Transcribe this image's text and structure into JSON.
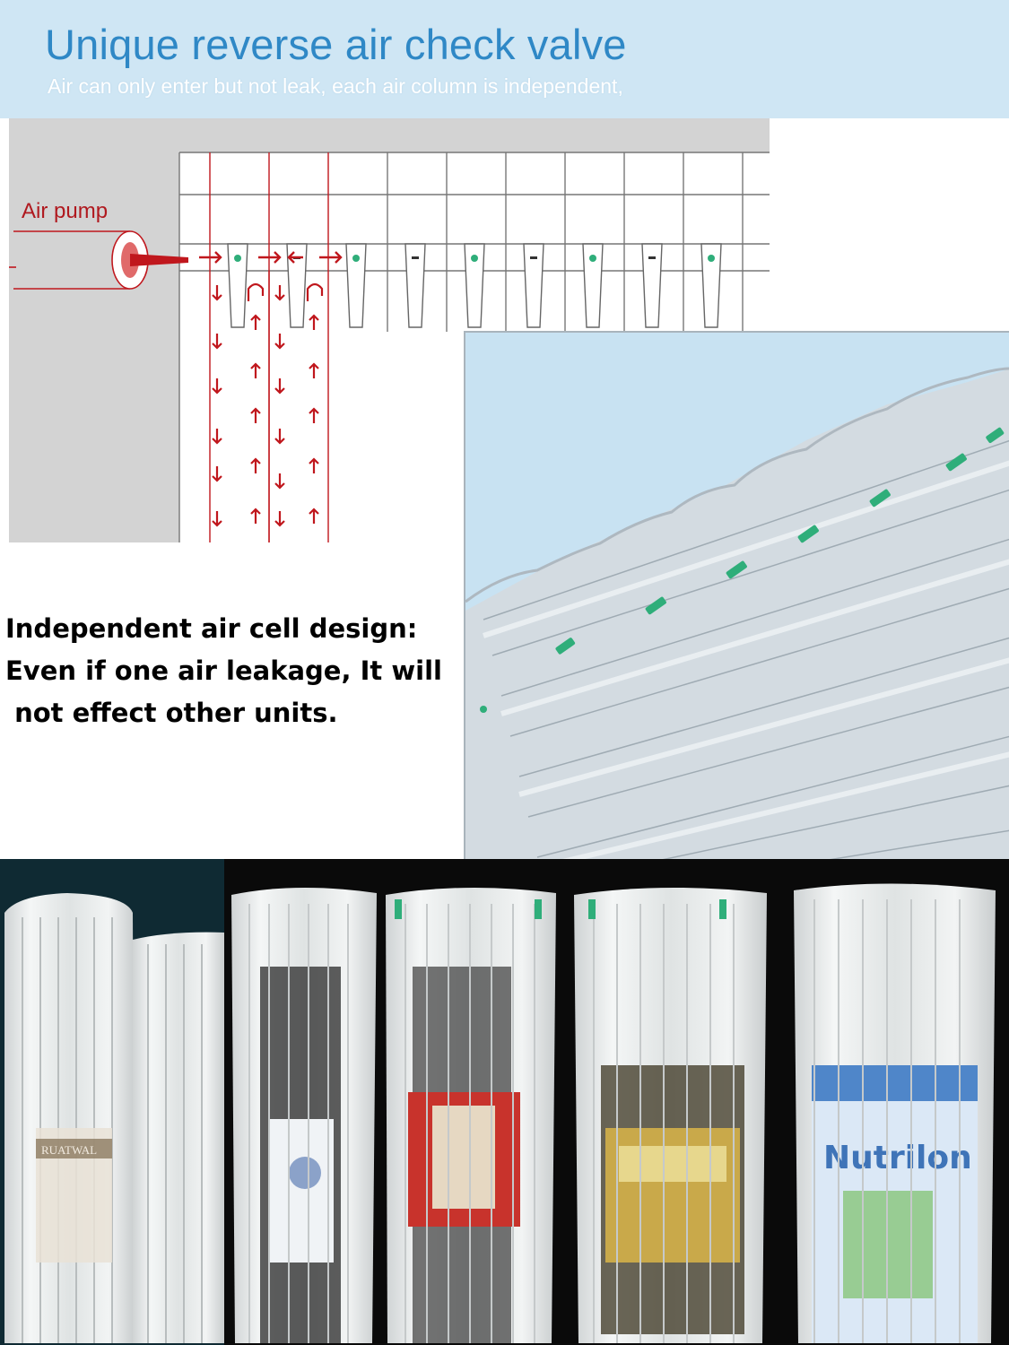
{
  "header": {
    "title": "Unique reverse air check valve",
    "subtitle": "Air can only enter but not leak, each air column is independent,"
  },
  "diagram": {
    "pump_label": "Air pump",
    "arrow_color": "#c0171d"
  },
  "feature": {
    "line1": "Independent air cell design:",
    "line2": "Even if one air leakage, It will",
    "line3": " not effect other units."
  },
  "colors": {
    "header_bg": "#cfe6f4",
    "title": "#2f88c6",
    "diagram_bg": "#d3d3d3",
    "accent_red": "#c0171d",
    "valve_green": "#2fae7a"
  },
  "products": {
    "labels": {
      "label_a": "RUATWAL",
      "label_b": "Nutrilon"
    }
  }
}
